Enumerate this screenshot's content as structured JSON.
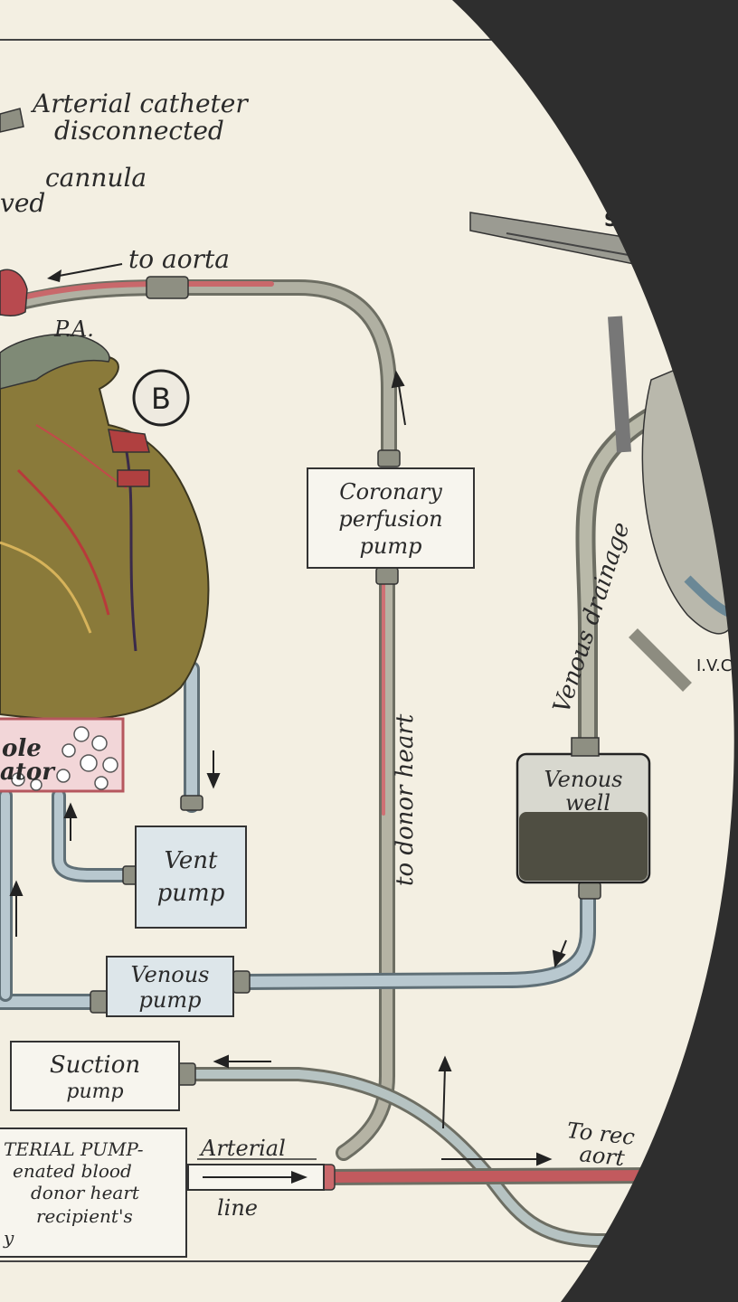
{
  "labels": {
    "arterial_catheter_1": "Arterial catheter",
    "arterial_catheter_2": "disconnected",
    "cannula_1": "cannula",
    "cannula_2": "ved",
    "to_aorta": "to aorta",
    "pa": "P.A.",
    "b_marker": "B",
    "svc": "S.",
    "ivc": "I.V.C",
    "venous_drainage": "Venous drainage",
    "to_donor_heart": "to donor heart",
    "to_rec_1": "To rec",
    "to_rec_2": "aort",
    "arterial": "Arterial",
    "line": "line",
    "oxygenator_1": "ole",
    "oxygenator_2": "ator"
  },
  "boxes": {
    "coronary": [
      "Coronary",
      "perfusion",
      "pump"
    ],
    "vent": [
      "Vent",
      "pump"
    ],
    "venous_pump": [
      "Venous",
      "pump"
    ],
    "suction": [
      "Suction",
      "pump"
    ],
    "venous_well": [
      "Venous",
      "well"
    ]
  },
  "note": [
    "TERIAL PUMP-",
    "enated blood",
    "donor heart",
    "recipient's",
    "y"
  ],
  "colors": {
    "paper": "#f3efe2",
    "tube_grey": "#a9aa9a",
    "tube_red": "#c25a5e",
    "tube_blue": "#b8c8cf",
    "heart": "#8a7a3a",
    "overlay": "#2e2e2e"
  }
}
